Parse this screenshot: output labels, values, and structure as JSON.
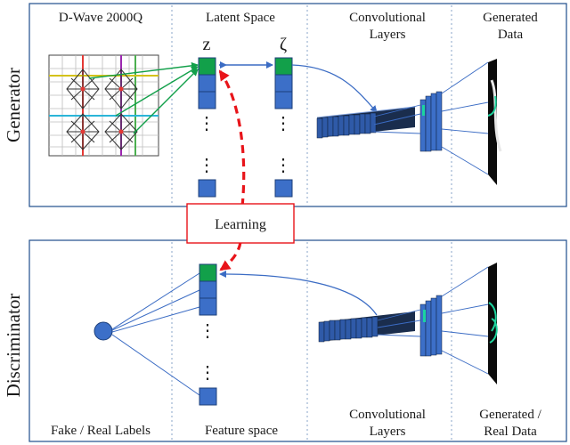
{
  "generator": {
    "side_label": "Generator",
    "headers": {
      "dwave": "D-Wave 2000Q",
      "latent": "Latent Space",
      "conv_line1": "Convolutional",
      "conv_line2": "Layers",
      "gen_line1": "Generated",
      "gen_line2": "Data"
    },
    "z_symbol": "z",
    "zeta_symbol": "ζ",
    "dots": "⋮"
  },
  "learning_label": "Learning",
  "discriminator": {
    "side_label": "Discriminator",
    "footers": {
      "labels": "Fake / Real Labels",
      "feature": "Feature space",
      "conv_line1": "Convolutional",
      "conv_line2": "Layers",
      "data_line1": "Generated /",
      "data_line2": "Real Data"
    },
    "dots": "⋮"
  },
  "colors": {
    "panel_border": "#1f4e8c",
    "green": "#12a04a",
    "blue": "#3c6fc8",
    "learning_red": "#e8141a",
    "arrow_blue": "#3b6cc4"
  }
}
